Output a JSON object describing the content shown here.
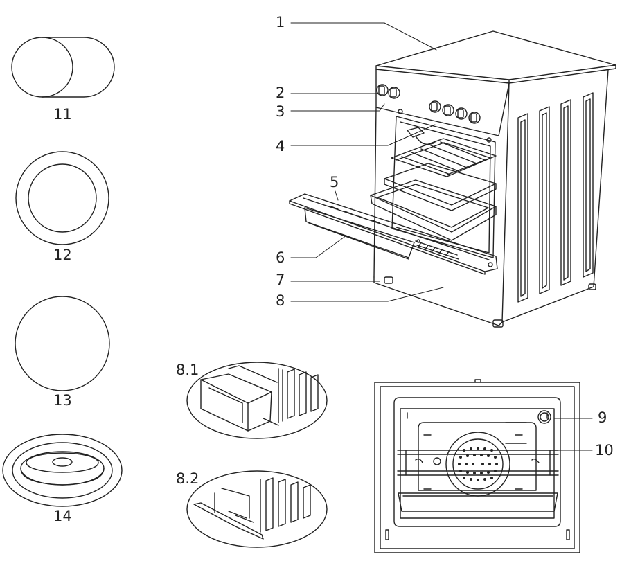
{
  "callouts": {
    "c1": "1",
    "c2": "2",
    "c3": "3",
    "c4": "4",
    "c5": "5",
    "c6": "6",
    "c7": "7",
    "c8": "8",
    "c9": "9",
    "c10": "10",
    "c11": "11",
    "c12": "12",
    "c13": "13",
    "c14": "14",
    "c8_1": "8.1",
    "c8_2": "8.2"
  },
  "colors": {
    "line": "#222222",
    "background": "#ffffff"
  }
}
